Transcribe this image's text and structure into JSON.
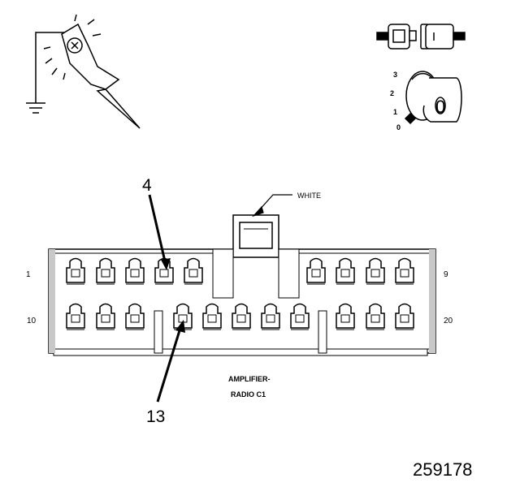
{
  "figure_id": "259178",
  "connector": {
    "name_line1": "AMPLIFIER-",
    "name_line2": "RADIO C1",
    "color_label": "WHITE",
    "pin_labels": {
      "top_left": "1",
      "top_right": "9",
      "bottom_left": "10",
      "bottom_right": "20"
    }
  },
  "callouts": {
    "upper": "4",
    "lower": "13"
  },
  "ignition_switch": {
    "positions": [
      "3",
      "2",
      "1",
      "0"
    ],
    "key_label": "0"
  },
  "icons": [
    "probe-ground-icon",
    "disconnect-connector-icon",
    "ignition-key-off-icon"
  ],
  "colors": {
    "line": "#000000",
    "background": "#ffffff",
    "shade": "#c8c8c8"
  }
}
